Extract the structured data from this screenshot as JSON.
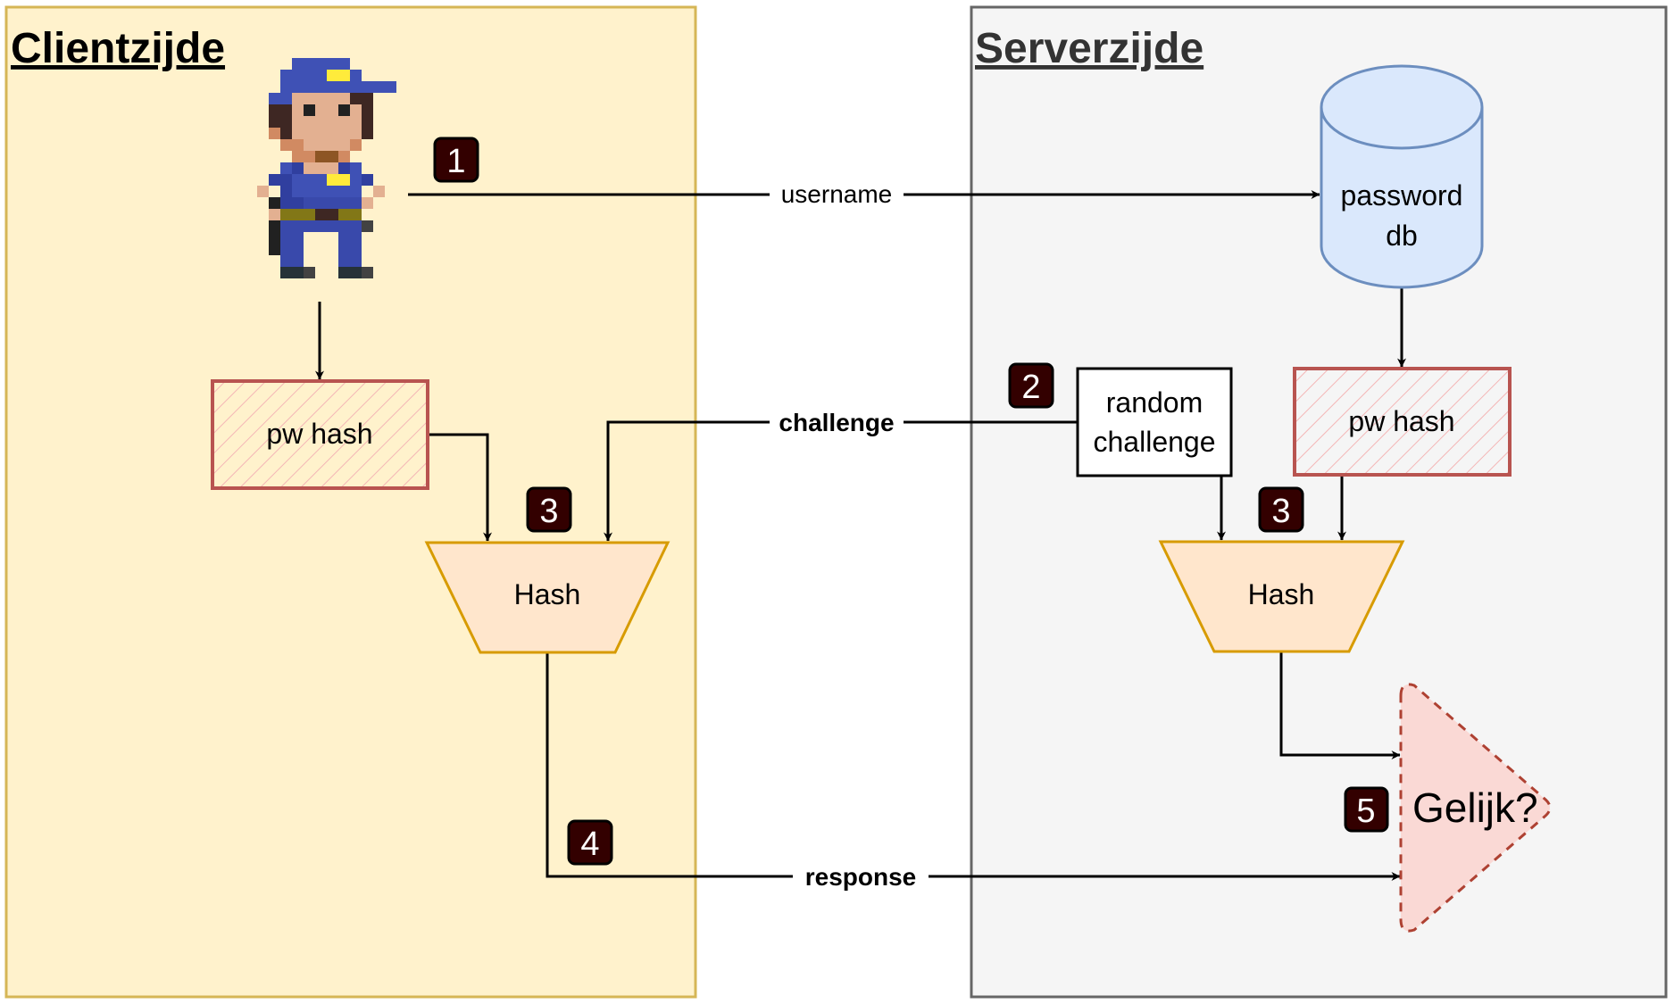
{
  "panels": {
    "client": {
      "title": "Clientzijde",
      "fill": "#fff2cc",
      "stroke": "#d6b656",
      "title_color": "#000000"
    },
    "server": {
      "title": "Serverzijde",
      "fill": "#f5f5f5",
      "stroke": "#666666",
      "title_color": "#333333"
    }
  },
  "nodes": {
    "user": {
      "icon": "pixel-police-officer-icon"
    },
    "client_pw_hash": {
      "label": "pw hash",
      "fill": "#f8cecc",
      "stroke": "#b85450",
      "style": "hatched"
    },
    "client_hash": {
      "label": "Hash",
      "fill": "#ffe6cc",
      "stroke": "#d79b00"
    },
    "password_db": {
      "label_line1": "password",
      "label_line2": "db",
      "fill": "#dae8fc",
      "stroke": "#6c8ebf"
    },
    "random_challenge": {
      "label_line1": "random",
      "label_line2": "challenge",
      "fill": "#ffffff",
      "stroke": "#000000"
    },
    "server_pw_hash": {
      "label": "pw hash",
      "fill": "#f8cecc",
      "stroke": "#b85450",
      "style": "hatched"
    },
    "server_hash": {
      "label": "Hash",
      "fill": "#ffe6cc",
      "stroke": "#d79b00"
    },
    "compare": {
      "label": "Gelijk?",
      "fill": "#fad9d5",
      "stroke": "#ae4132",
      "style": "dashed"
    }
  },
  "edges": {
    "username": {
      "label": "username",
      "bold": false
    },
    "challenge": {
      "label": "challenge",
      "bold": true
    },
    "response": {
      "label": "response",
      "bold": true
    }
  },
  "badges": {
    "fill": "#330000",
    "items": [
      {
        "id": "step-1",
        "label": "1"
      },
      {
        "id": "step-2",
        "label": "2"
      },
      {
        "id": "step-3-client",
        "label": "3"
      },
      {
        "id": "step-3-server",
        "label": "3"
      },
      {
        "id": "step-4",
        "label": "4"
      },
      {
        "id": "step-5",
        "label": "5"
      }
    ]
  }
}
